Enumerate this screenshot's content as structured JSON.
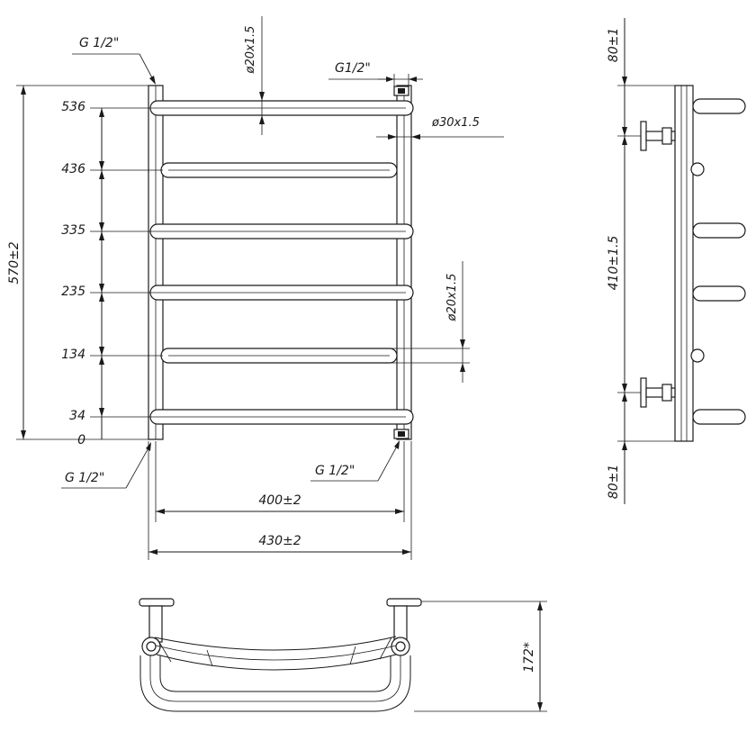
{
  "front_view": {
    "row_levels": [
      "536",
      "436",
      "335",
      "235",
      "134",
      "34",
      "0"
    ],
    "overall_height": "570±2",
    "width_inner": "400±2",
    "width_outer": "430±2",
    "connection_top_left": "G 1/2\"",
    "connection_top_right": "G1/2\"",
    "connection_bottom_left": "G 1/2\"",
    "connection_bottom_right": "G 1/2\"",
    "tube_diameter_top": "ø20x1.5",
    "tube_diameter_side": "ø30x1.5",
    "tube_diameter_mid": "ø20x1.5"
  },
  "side_view": {
    "top_offset": "80±1",
    "center_distance": "410±1.5",
    "bottom_offset": "80±1"
  },
  "top_view": {
    "depth": "172*"
  }
}
